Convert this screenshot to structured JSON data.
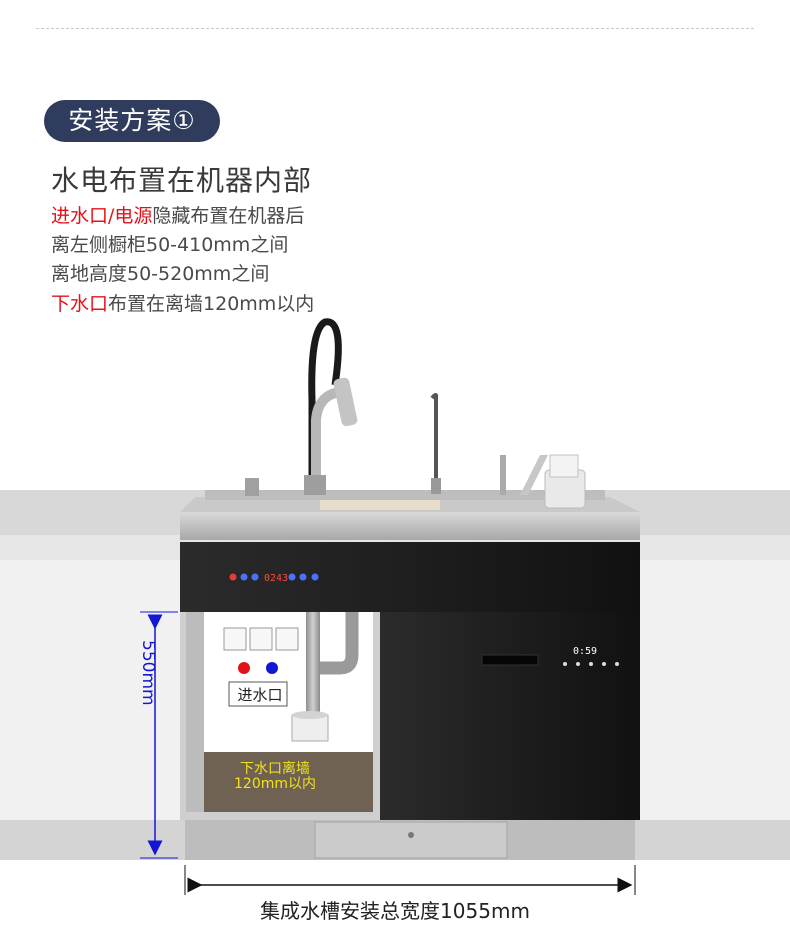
{
  "badge": "安装方案①",
  "title": "水电布置在机器内部",
  "lines": {
    "l1_red": "进水口/电源",
    "l1_rest": "隐藏布置在机器后",
    "l2": "离左侧橱柜50-410mm之间",
    "l3": "离地高度50-520mm之间",
    "l4_red": "下水口",
    "l4_rest": "布置在离墙120mm以内"
  },
  "labels": {
    "height": "550mm",
    "inlet": "进水口",
    "outlet_line1": "下水口离墙",
    "outlet_line2": "120mm以内",
    "width": "集成水槽安装总宽度1055mm"
  },
  "panel": {
    "top_display": "0243",
    "dish_display": "0:59"
  },
  "colors": {
    "accent_red": "#e3121a",
    "badge_bg": "#2f3c5d",
    "dimension_blue": "#1416d6",
    "outlet_yellow": "#f2e21a"
  }
}
